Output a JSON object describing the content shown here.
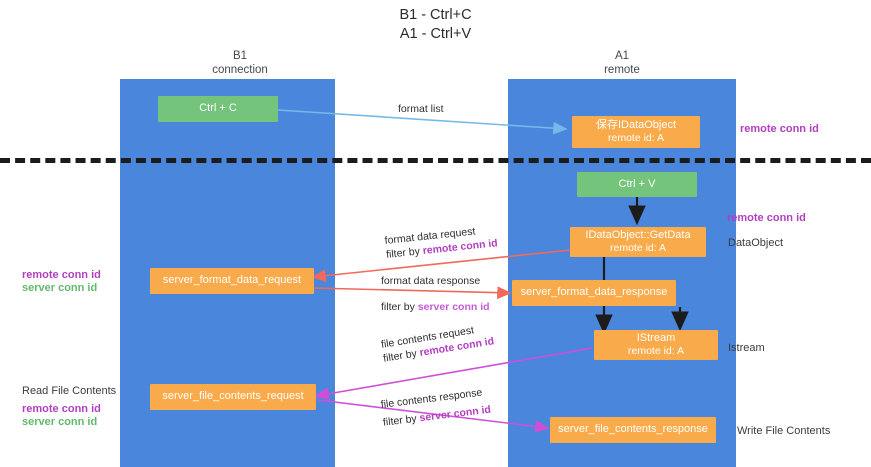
{
  "title": {
    "line1": "B1 - Ctrl+C",
    "line2": "A1 - Ctrl+V"
  },
  "lanes": [
    {
      "id": "b1",
      "name": "B1",
      "role": "connection"
    },
    {
      "id": "a1",
      "name": "A1",
      "role": "remote"
    }
  ],
  "nodes": {
    "ctrl_c": {
      "label": "Ctrl + C",
      "color": "#75c47c"
    },
    "save_idataobject": {
      "line1": "保存IDataObject",
      "line2": "remote id: A",
      "color": "#f9aa4b"
    },
    "ctrl_v": {
      "label": "Ctrl + V",
      "color": "#75c47c"
    },
    "getdata": {
      "line1": "IDataObject::GetData",
      "line2": "remote id: A",
      "color": "#f9aa4b"
    },
    "server_format_data_request": {
      "label": "server_format_data_request",
      "color": "#f9aa4b"
    },
    "server_format_data_response": {
      "label": "server_format_data_response",
      "color": "#f9aa4b"
    },
    "istream": {
      "line1": "IStream",
      "line2": "remote id: A",
      "color": "#f9aa4b"
    },
    "server_file_contents_request": {
      "label": "server_file_contents_request",
      "color": "#f9aa4b"
    },
    "server_file_contents_response": {
      "label": "server_file_contents_response",
      "color": "#f9aa4b"
    }
  },
  "edges": {
    "format_list": {
      "label": "format list",
      "color": "#74b9e7"
    },
    "format_data_request": {
      "line1": "format data request",
      "filter_prefix": "filter by ",
      "filter_key": "remote conn id",
      "color": "#f06a5c"
    },
    "format_data_response": {
      "line1": "format data response",
      "filter_prefix": "filter by ",
      "filter_key": "server conn id",
      "color": "#f06a5c"
    },
    "file_contents_request": {
      "line1": "file contents request",
      "filter_prefix": "filter by ",
      "filter_key": "remote conn id",
      "color": "#cf4fd8"
    },
    "file_contents_response": {
      "line1": "file contents response",
      "filter_prefix": "filter by ",
      "filter_key": "server conn id",
      "color": "#cf4fd8"
    }
  },
  "annotations": {
    "right_remote_conn_id_top": "remote conn id",
    "right_remote_conn_id_mid": "remote conn id",
    "right_dataobject": "DataObject",
    "right_istream": "Istream",
    "right_write_file_contents": "Write File Contents",
    "left_remote_conn_id": "remote conn id",
    "left_server_conn_id": "server conn id",
    "left_read_file_contents": "Read File Contents",
    "left_remote_conn_id_2": "remote conn id",
    "left_server_conn_id_2": "server conn id"
  },
  "colors": {
    "lane": "#4a86db",
    "green_node": "#75c47c",
    "orange_node": "#f9aa4b",
    "purple_text": "#b23ec0",
    "green_text": "#64b96c",
    "red_arrow": "#f06a5c",
    "magenta_arrow": "#cf4fd8",
    "blue_arrow": "#74b9e7",
    "separator": "#1c1c1c"
  }
}
